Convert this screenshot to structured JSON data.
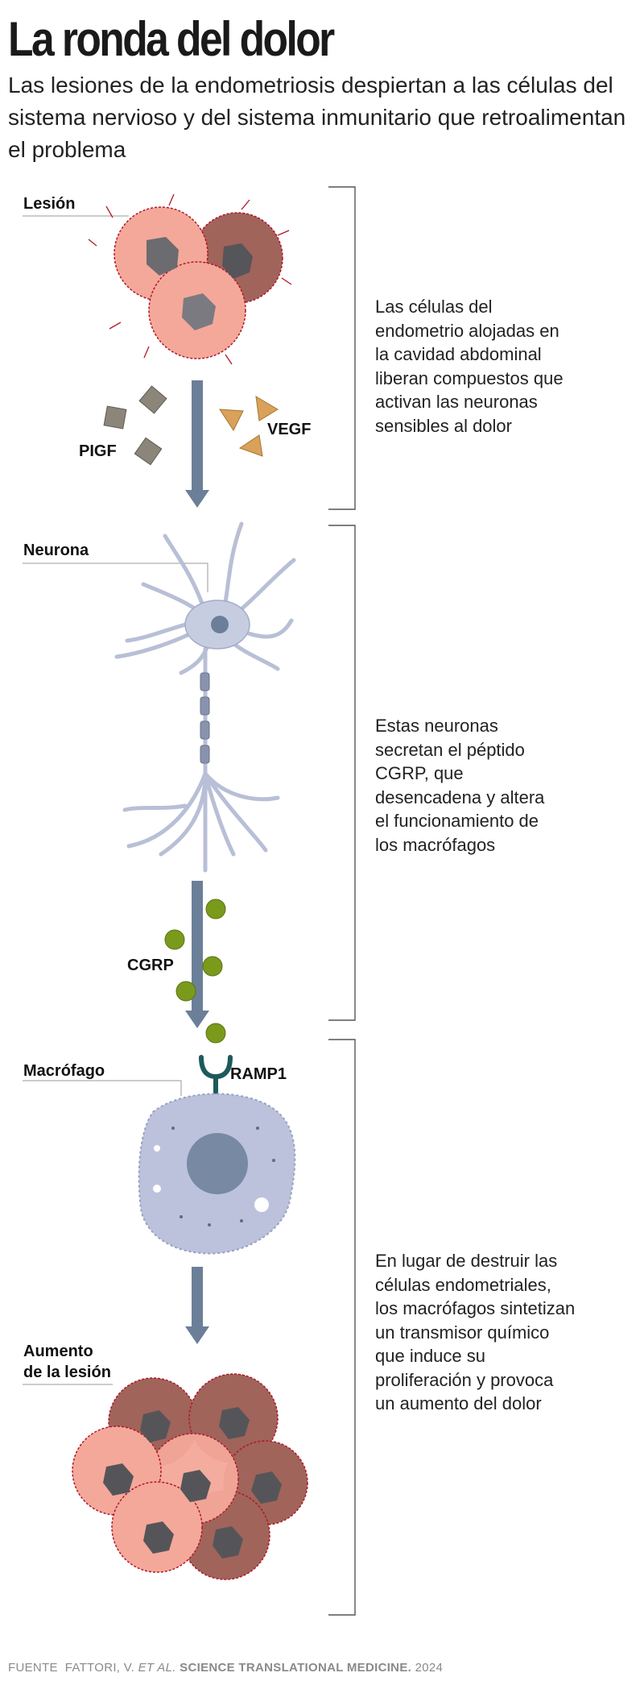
{
  "title": "La ronda del dolor",
  "subtitle": "Las lesiones de la endometriosis despiertan a las células del sistema nervioso y del sistema inmunitario que retroalimentan el problema",
  "sections": {
    "lesion": {
      "label": "Lesión",
      "description": "Las células del endometrio alojadas en la cavidad abdominal liberan compuestos que activan las neuronas sensibles al dolor",
      "molecules": [
        "PIGF",
        "VEGF"
      ]
    },
    "neuron": {
      "label": "Neurona",
      "description": "Estas neuronas secretan el péptido CGRP, que desencadena y altera el funcionamiento de los macrófagos",
      "molecule": "CGRP"
    },
    "macrophage": {
      "label": "Macrófago",
      "receptor": "RAMP1",
      "description": "En lugar de destruir las células endometriales, los macrófagos sintetizan un transmisor químico que induce su proliferación y provoca un aumento del dolor"
    },
    "growth": {
      "label_line1": "Aumento",
      "label_line2": "de la lesión"
    }
  },
  "source": {
    "prefix": "FUENTE",
    "author": "FATTORI, V.",
    "etal": "ET AL.",
    "journal": "SCIENCE TRANSLATIONAL MEDICINE.",
    "year": "2024"
  },
  "colors": {
    "cell_light": "#f4a89a",
    "cell_dark": "#a0645a",
    "nucleus": "#6b6b70",
    "arrow": "#6b7f99",
    "neuron": "#c7cde0",
    "cgrp": "#7a9a1c",
    "vegf": "#d9a15a",
    "pigf": "#8c857a",
    "receptor": "#1e5a5a",
    "macrophage": "#bcc2dc",
    "vessel": "#b0182a"
  }
}
